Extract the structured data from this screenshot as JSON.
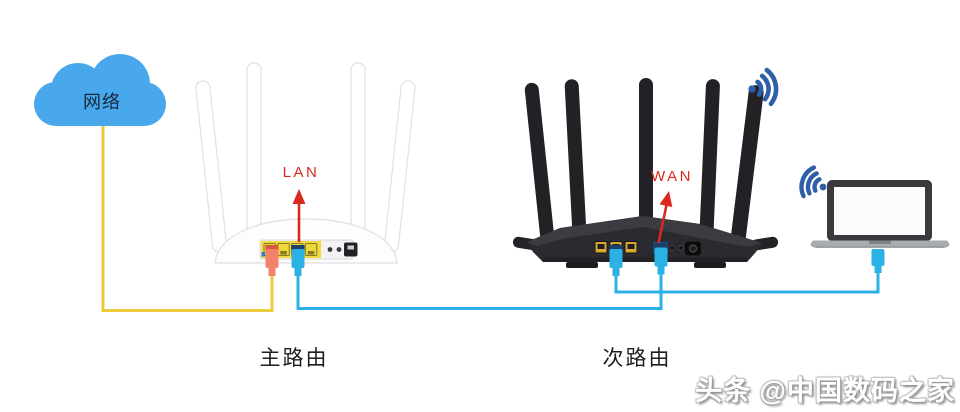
{
  "diagram": {
    "cloud": {
      "label": "网络"
    },
    "main_router": {
      "caption": "主路由",
      "port_label": "LAN"
    },
    "secondary_router": {
      "caption": "次路由",
      "port_label": "WAN"
    },
    "watermark": "头条 @中国数码之家"
  },
  "colors": {
    "cloud_blue": "#49a8ec",
    "cable_yellow": "#edc93c",
    "cable_blue": "#2bb1e3",
    "connector_dark_blue": "#1d3f66",
    "connector_orange": "#f2826b",
    "arrow_red": "#d9291f",
    "wifi_blue": "#2e5fa8",
    "port_yellow": "#f2d93c",
    "router_dark": "#2b2b2f"
  },
  "icons": {
    "secondary_router_wifi": "wifi-broadcast-icon",
    "laptop_wifi": "wifi-signal-icon"
  }
}
